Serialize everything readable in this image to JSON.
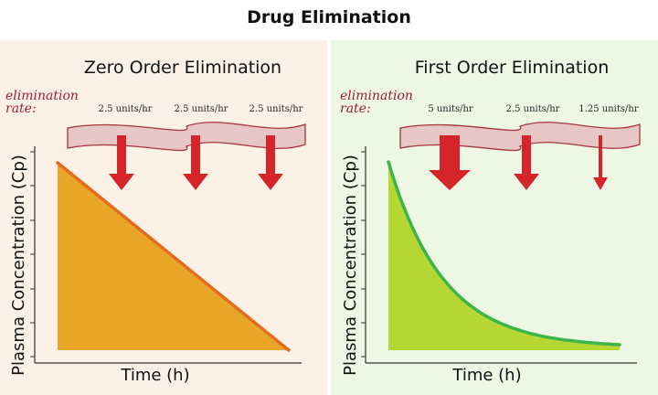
{
  "title": "Drug Elimination",
  "colors": {
    "zero_panel_bg": "#fbf1e6",
    "first_panel_bg": "#eef6e4",
    "zero_fill": "#e8a526",
    "zero_line": "#e36c1f",
    "first_fill": "#b6d634",
    "first_line": "#3db54a",
    "arrow": "#d5252b",
    "band_fill": "#e7c6c6",
    "band_stroke": "#a6353e",
    "rate_label": "#9c1f2f"
  },
  "panels": [
    {
      "title": "Zero Order Elimination",
      "rate_label": "elimination rate:",
      "rates": [
        "2.5 units/hr",
        "2.5 units/hr",
        "2.5 units/hr"
      ],
      "arrow_size": [
        "medium",
        "medium",
        "medium"
      ],
      "ylabel": "Plasma Concentration (Cp)",
      "xlabel": "Time (h)",
      "curve": "linear decline"
    },
    {
      "title": "First Order Elimination",
      "rate_label": "elimination rate:",
      "rates": [
        "5 units/hr",
        "2.5 units/hr",
        "1.25 units/hr"
      ],
      "arrow_size": [
        "large",
        "medium",
        "small"
      ],
      "ylabel": "Plasma Concentration (Cp)",
      "xlabel": "Time (h)",
      "curve": "exponential decay"
    }
  ]
}
